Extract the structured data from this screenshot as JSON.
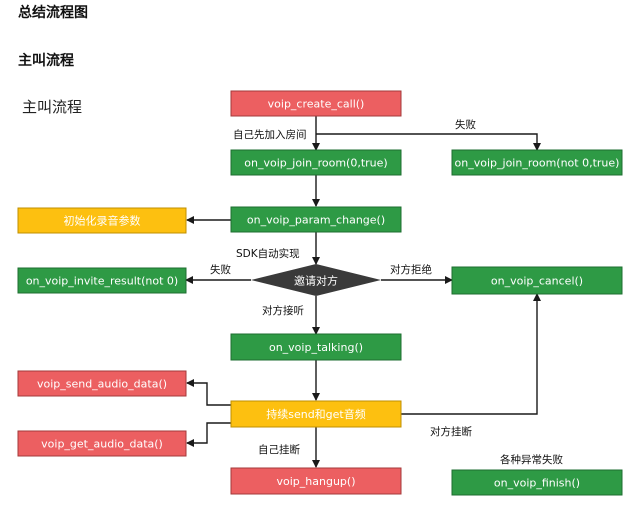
{
  "page": {
    "title": "总结流程图",
    "section": "主叫流程",
    "subtitle": "主叫流程"
  },
  "colors": {
    "red": "#ec5f61",
    "green": "#2e9a45",
    "yellow": "#fdc010",
    "diamond": "#3a3a3a",
    "line": "#1a1a1a"
  },
  "nodes": {
    "create_call": "voip_create_call()",
    "join_room_ok": "on_voip_join_room(0,true)",
    "join_room_fail": "on_voip_join_room(not 0,true)",
    "param_change": "on_voip_param_change()",
    "init_audio": "初始化录音参数",
    "invite_result": "on_voip_invite_result(not 0)",
    "invite": "邀请对方",
    "cancel": "on_voip_cancel()",
    "talking": "on_voip_talking()",
    "send_audio": "voip_send_audio_data()",
    "get_audio": "voip_get_audio_data()",
    "keep_send": "持续send和get音频",
    "hangup": "voip_hangup()",
    "finish": "on_voip_finish()"
  },
  "labels": {
    "join_first": "自己先加入房间",
    "fail_top": "失败",
    "sdk_auto": "SDK自动实现",
    "fail_left": "失败",
    "reject": "对方拒绝",
    "answer": "对方接听",
    "self_hangup": "自己挂断",
    "peer_hangup": "对方挂断",
    "various_fail": "各种异常失败"
  }
}
